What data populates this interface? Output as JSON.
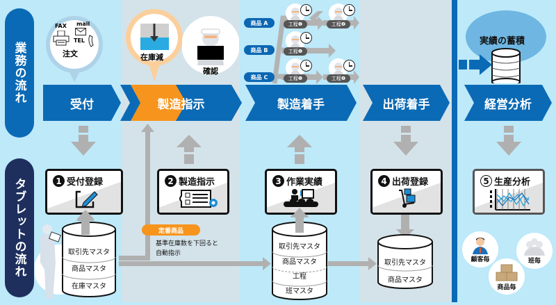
{
  "lanes": {
    "business": "業務の流れ",
    "tablet": "タブレットの流れ"
  },
  "colors": {
    "primary_blue": "#0b6ab5",
    "navy": "#1e2f5e",
    "orange": "#f7941d",
    "light_blue_bg": "#bde9f9",
    "grey_bg": "#d4e3ea",
    "arrow_grey": "#b0b0b0"
  },
  "stages": [
    {
      "label": "受付"
    },
    {
      "label": "製造指示"
    },
    {
      "label": "製造着手"
    },
    {
      "label": "出荷着手"
    },
    {
      "label": "経営分析"
    }
  ],
  "bubbles": {
    "order": {
      "fax": "FAX",
      "mail": "mail",
      "tel": "TEL",
      "caption": "注文"
    },
    "stock": {
      "caption": "在庫減"
    },
    "confirm": {
      "caption": "確認"
    },
    "accumulate": {
      "caption": "実績の蓄積"
    }
  },
  "production": {
    "products": [
      "商品 A",
      "商品 B",
      "商品 C"
    ],
    "step1": "工程❶",
    "step2": "工程❷"
  },
  "tablets": [
    {
      "num": "1",
      "label": "受付登録"
    },
    {
      "num": "2",
      "label": "製造指示"
    },
    {
      "num": "3",
      "label": "作業実績"
    },
    {
      "num": "4",
      "label": "出荷登録"
    },
    {
      "num": "5",
      "label": "生産分析"
    }
  ],
  "databases": {
    "db1": [
      "取引先マスタ",
      "商品マスタ",
      "在庫マスタ"
    ],
    "db3": [
      "取引先マスタ",
      "商品マスタ",
      "工程",
      "班マスタ"
    ],
    "db4": [
      "取引先マスタ",
      "商品マスタ"
    ]
  },
  "note": {
    "badge": "定番商品",
    "line1": "基準在庫数を下回ると",
    "line2": "自動指示"
  },
  "analysis": {
    "customer": "顧客毎",
    "team": "班毎",
    "product": "商品毎"
  }
}
